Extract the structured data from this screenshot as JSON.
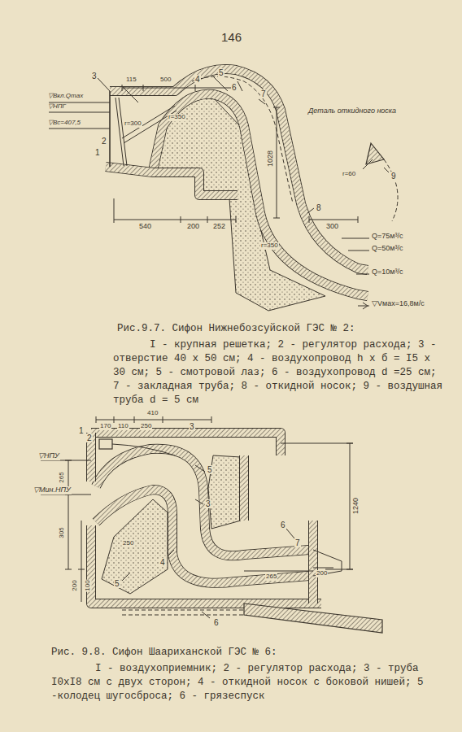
{
  "diagram": {
    "labels": [
      "146",
      "3",
      "115",
      "500",
      "4",
      "5",
      "6",
      "7",
      "▽Вкл.Qmax",
      "▽НПГ",
      "▽Вс=407,5",
      "1",
      "2",
      "r=300",
      "r=350",
      "1028",
      "540",
      "200",
      "252",
      "8",
      "300",
      "r=350",
      "Q=75м³/с",
      "Q=50м³/с",
      "Q=10м³/с",
      "▽Vмах=16,8м/с",
      "Деталь откидного носка",
      "r=60",
      "9",
      "Рис.9.7. Сифон Нижнебозсуйской ГЭС № 2:",
      "I - крупная решетка; 2 - регулятор расхода; 3 - отверстие 40 х 50 см; 4 - воздухопровод h x б = I5 х 30 см; 5 - смотровой лаз; 6 - воздухопровод d =25 см; 7 - закладная труба; 8 - откидной носок; 9 - воздушная труба d = 5 см",
      "1",
      "2",
      "170",
      "410",
      "110",
      "250",
      "3",
      "▽НПУ",
      "▽Мин.НПУ",
      "305",
      "265",
      "5",
      "3",
      "250",
      "200",
      "100",
      "4",
      "1240",
      "6",
      "7",
      "265",
      "200",
      "5",
      "6",
      "Рис. 9.8. Сифон Шаариханской ГЭС № 6:",
      "I - воздухоприемник; 2 - регулятор расхода; 3 - труба I0xI8 см с двух сторон; 4 - откидной носок с боковой нишей; 5 -колодец шугосброса; 6 - грязеспуск"
    ]
  }
}
